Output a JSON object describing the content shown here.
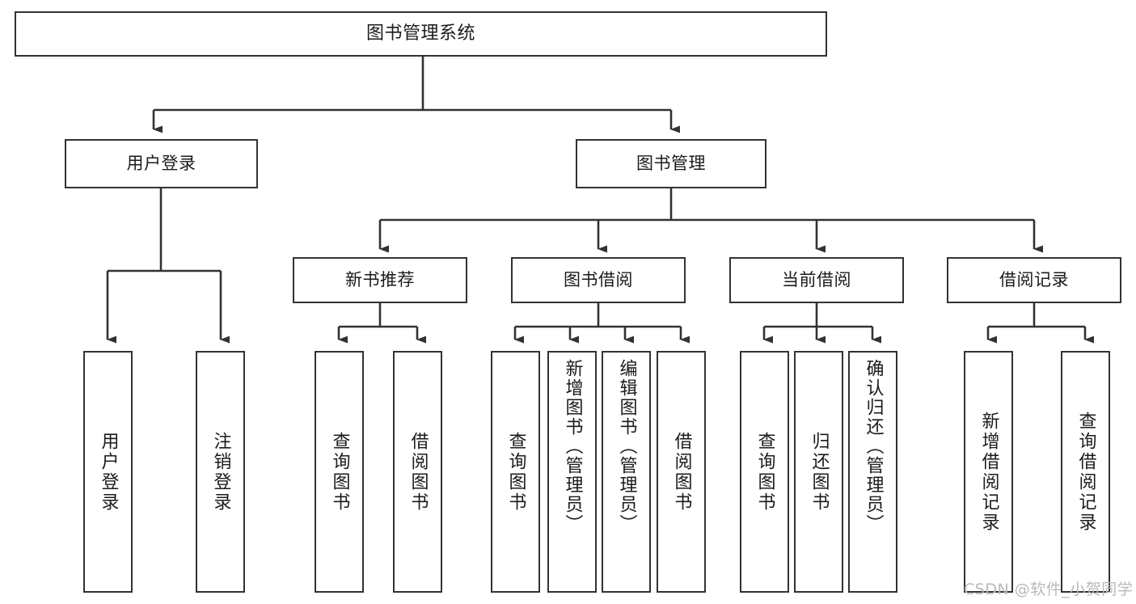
{
  "diagram": {
    "type": "tree",
    "title": "图书管理系统",
    "root": {
      "id": "root",
      "label": "图书管理系统"
    },
    "level1": [
      {
        "id": "user-login",
        "label": "用户登录"
      },
      {
        "id": "book-manage",
        "label": "图书管理"
      }
    ],
    "level2": [
      {
        "id": "new-book-recommend",
        "label": "新书推荐",
        "parent": "book-manage"
      },
      {
        "id": "book-borrow",
        "label": "图书借阅",
        "parent": "book-manage"
      },
      {
        "id": "current-borrow",
        "label": "当前借阅",
        "parent": "book-manage"
      },
      {
        "id": "borrow-record",
        "label": "借阅记录",
        "parent": "book-manage"
      }
    ],
    "leaves": [
      {
        "id": "leaf-user-login",
        "label": "用户登录",
        "parent": "user-login"
      },
      {
        "id": "leaf-user-logout",
        "label": "注销登录",
        "parent": "user-login"
      },
      {
        "id": "leaf-query-book-1",
        "label": "查询图书",
        "parent": "new-book-recommend"
      },
      {
        "id": "leaf-borrow-book-1",
        "label": "借阅图书",
        "parent": "new-book-recommend"
      },
      {
        "id": "leaf-query-book-2",
        "label": "查询图书",
        "parent": "book-borrow"
      },
      {
        "id": "leaf-add-book",
        "label": "新增图书（管理员）",
        "parent": "book-borrow"
      },
      {
        "id": "leaf-edit-book",
        "label": "编辑图书（管理员）",
        "parent": "book-borrow"
      },
      {
        "id": "leaf-borrow-book-2",
        "label": "借阅图书",
        "parent": "book-borrow"
      },
      {
        "id": "leaf-query-book-3",
        "label": "查询图书",
        "parent": "current-borrow"
      },
      {
        "id": "leaf-return-book",
        "label": "归还图书",
        "parent": "current-borrow"
      },
      {
        "id": "leaf-confirm-return",
        "label": "确认归还（管理员）",
        "parent": "current-borrow"
      },
      {
        "id": "leaf-add-record",
        "label": "新增借阅记录",
        "parent": "borrow-record"
      },
      {
        "id": "leaf-query-record",
        "label": "查询借阅记录",
        "parent": "borrow-record"
      }
    ],
    "colors": {
      "stroke": "#33322f",
      "fill": "#ffffff",
      "text": "#1b1b1b",
      "watermark": "#b9b9b9"
    }
  },
  "watermark": {
    "text": "CSDN @软件_小贺同学"
  }
}
